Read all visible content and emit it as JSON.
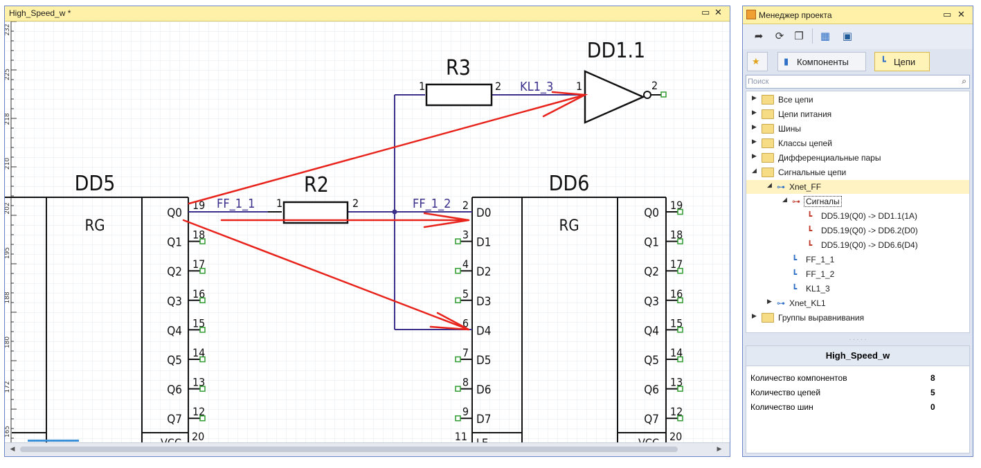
{
  "schematic": {
    "tab_title": "High_Speed_w *",
    "ruler_labels": [
      "232",
      "225",
      "218",
      "210",
      "202",
      "195",
      "188",
      "180",
      "172",
      "165"
    ],
    "components": {
      "dd5": {
        "name": "DD5",
        "function": "RG",
        "pins": [
          {
            "label": "Q0",
            "number": "19"
          },
          {
            "label": "Q1",
            "number": "18"
          },
          {
            "label": "Q2",
            "number": "17"
          },
          {
            "label": "Q3",
            "number": "16"
          },
          {
            "label": "Q4",
            "number": "15"
          },
          {
            "label": "Q5",
            "number": "14"
          },
          {
            "label": "Q6",
            "number": "13"
          },
          {
            "label": "Q7",
            "number": "12"
          }
        ],
        "bottom_pin": {
          "label": "VCC",
          "number": "20"
        }
      },
      "dd6": {
        "name": "DD6",
        "function": "RG",
        "input_pins": [
          {
            "label": "D0",
            "number": "2"
          },
          {
            "label": "D1",
            "number": "3"
          },
          {
            "label": "D2",
            "number": "4"
          },
          {
            "label": "D3",
            "number": "5"
          },
          {
            "label": "D4",
            "number": "6"
          },
          {
            "label": "D5",
            "number": "7"
          },
          {
            "label": "D6",
            "number": "8"
          },
          {
            "label": "D7",
            "number": "9"
          }
        ],
        "bottom_input": {
          "label": "LE",
          "number": "11"
        },
        "output_pins": [
          {
            "label": "Q0",
            "number": "19"
          },
          {
            "label": "Q1",
            "number": "18"
          },
          {
            "label": "Q2",
            "number": "17"
          },
          {
            "label": "Q3",
            "number": "16"
          },
          {
            "label": "Q4",
            "number": "15"
          },
          {
            "label": "Q5",
            "number": "14"
          },
          {
            "label": "Q6",
            "number": "13"
          },
          {
            "label": "Q7",
            "number": "12"
          }
        ],
        "bottom_output": {
          "label": "VCC",
          "number": "20"
        }
      },
      "r2": {
        "name": "R2",
        "pin1": "1",
        "pin2": "2"
      },
      "r3": {
        "name": "R3",
        "pin1": "1",
        "pin2": "2"
      },
      "dd1": {
        "name": "DD1.1",
        "pin_in": "1",
        "pin_out": "2"
      }
    },
    "nets": {
      "n1": "FF_1_1",
      "n2": "FF_1_2",
      "n3": "KL1_3"
    },
    "colors": {
      "wire": "#3b2f8c",
      "arrow": "#e8231b",
      "pin_end": "#2e9c2e",
      "grid": "#eaeef4"
    }
  },
  "project_manager": {
    "title": "Менеджер проекта",
    "toolbar_icons": [
      "navigate-icon",
      "refresh-icon",
      "windows-icon",
      "net-tool-icon",
      "monitor-icon"
    ],
    "tabs": {
      "favorites": "",
      "components": "Компоненты",
      "nets": "Цепи"
    },
    "search_placeholder": "Поиск",
    "tree": {
      "all_nets": "Все цепи",
      "power_nets": "Цепи питания",
      "buses": "Шины",
      "net_classes": "Классы цепей",
      "diff_pairs": "Дифференциальные пары",
      "signal_nets": "Сигнальные цепи",
      "xnet_ff": "Xnet_FF",
      "signals": "Сигналы",
      "sig1": "DD5.19(Q0) -> DD1.1(1A)",
      "sig2": "DD5.19(Q0) -> DD6.2(D0)",
      "sig3": "DD5.19(Q0) -> DD6.6(D4)",
      "net1": "FF_1_1",
      "net2": "FF_1_2",
      "net3": "KL1_3",
      "xnet_kl1": "Xnet_KL1",
      "align_groups": "Группы выравнивания"
    },
    "properties": {
      "title": "High_Speed_w",
      "rows": [
        {
          "key": "Количество компонентов",
          "value": "8"
        },
        {
          "key": "Количество цепей",
          "value": "5"
        },
        {
          "key": "Количество шин",
          "value": "0"
        }
      ]
    }
  }
}
